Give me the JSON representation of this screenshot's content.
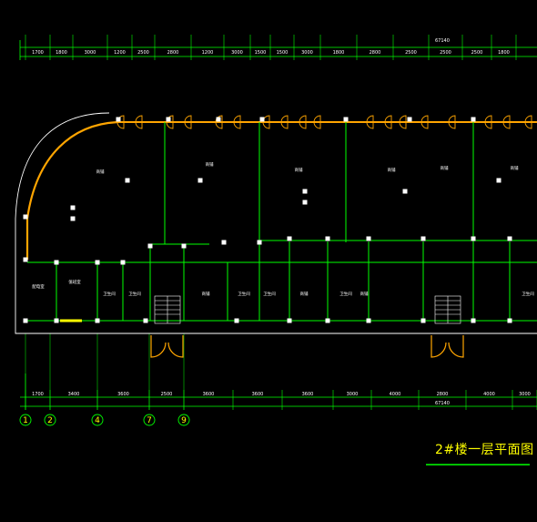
{
  "drawing": {
    "title": "2#楼一层平面图",
    "top_total": "67140",
    "bottom_total": "67140",
    "top_dims": [
      "1700",
      "1800",
      "3000",
      "1200",
      "2500",
      "2800",
      "1200",
      "3000",
      "1500",
      "1500",
      "3000",
      "1800",
      "2800",
      "2500",
      "2500",
      "2500",
      "1800"
    ],
    "bottom_dims": [
      "1700",
      "3400",
      "3600",
      "2500",
      "3600",
      "3600",
      "3600",
      "3000",
      "4000",
      "2800",
      "4000",
      "3000"
    ],
    "axes": [
      "1",
      "2",
      "4",
      "7",
      "9"
    ],
    "room_labels": [
      "商铺",
      "商铺",
      "商铺",
      "商铺",
      "商铺",
      "商铺",
      "配电室",
      "值班室",
      "卫生间",
      "卫生间",
      "卫生间",
      "卫生间",
      "卫生间",
      "商铺",
      "商铺",
      "商铺",
      "卫生间"
    ],
    "colors": {
      "background": "#000000",
      "wall": "#00ff00",
      "grid": "#ffffff",
      "window": "#ffa500",
      "title": "#ffff00",
      "dimension": "#00ff00",
      "axis_bubble": "#00ff00"
    }
  }
}
